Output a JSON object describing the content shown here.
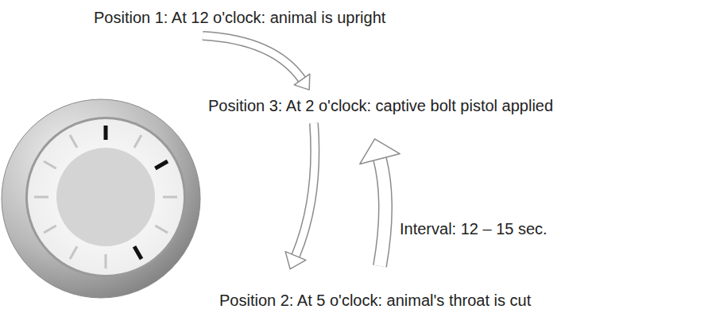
{
  "diagram": {
    "labels": [
      "Position 1: At 12 o'clock: animal is upright",
      "Position 3: At 2 o'clock: captive bolt pistol applied",
      "Interval: 12 – 15 sec.",
      "Position 2: At 5 o'clock: animal's throat is cut"
    ]
  }
}
